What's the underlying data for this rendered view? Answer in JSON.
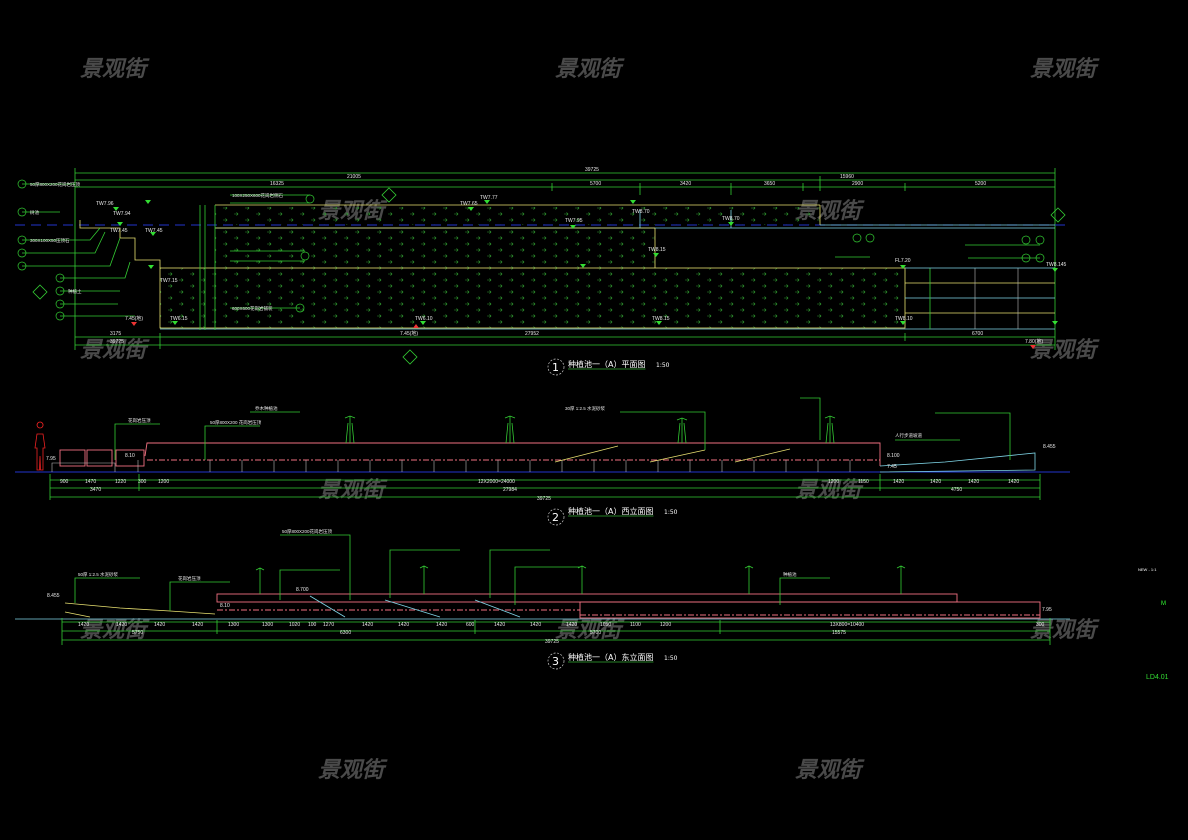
{
  "watermark": "景观街",
  "sheet_number": "LD4.01",
  "side_note": "NEW - 1:1",
  "side_mark": "M",
  "plan": {
    "number": "1",
    "title": "种植池一（A）平面图",
    "scale": "1:50",
    "dims_top": [
      "39725",
      "21005",
      "15960"
    ],
    "dims_seg": [
      "16325",
      "5700",
      "3420",
      "3650",
      "2900",
      "5200"
    ],
    "dims_bottom": [
      "3175",
      "27952",
      "6700",
      "39725"
    ],
    "elevations": [
      "TW7.96",
      "TW7.94",
      "TW7.45",
      "TW7.45",
      "TW7.15",
      "TW6.15",
      "TW6.10",
      "TW7.65",
      "TW7.77",
      "TW7.95",
      "TW8.70",
      "TW8.70",
      "TW8.15",
      "TW8.15",
      "TW8.145",
      "TW8.10",
      "FL7.20"
    ],
    "ground_marks": [
      "7.45(地)",
      "7.45(地)",
      "7.80(地)"
    ],
    "callouts": [
      "50厚800X200花岗岩压顶",
      "树池",
      "300X100X50压顶石",
      "种植土",
      "100X250X600花岗岩侧石",
      "600X600花岗岩铺装"
    ]
  },
  "west": {
    "number": "2",
    "title": "种植池一（A）西立面图",
    "scale": "1:50",
    "dims_row1": [
      "900",
      "1470",
      "1220",
      "300",
      "1200",
      "12X2000=24000",
      "1200",
      "1150",
      "1420",
      "1420",
      "1420",
      "1420"
    ],
    "dims_row2": [
      "3470",
      "27984",
      "4750"
    ],
    "dims_row3": [
      "39725"
    ],
    "elevations": [
      "7.95",
      "8.10",
      "8.100",
      "8.455",
      "7.45"
    ],
    "callouts": [
      "花岗岩压顶",
      "50厚800X200 花岗岩压顶",
      "乔木种植池",
      "30厚 1:2.5 水泥砂浆",
      "人行步道坡道"
    ]
  },
  "east": {
    "number": "3",
    "title": "种植池一（A）东立面图",
    "scale": "1:50",
    "dims_row1": [
      "1420",
      "1420",
      "1420",
      "1420",
      "1300",
      "1300",
      "1020",
      "100",
      "1270",
      "1420",
      "1420",
      "1420",
      "600",
      "1420",
      "1420",
      "1420",
      "1050",
      "1100",
      "1200",
      "13X800=10400",
      "300"
    ],
    "dims_row2": [
      "5750",
      "6300",
      "5700",
      "15575"
    ],
    "dims_row3": [
      "39725"
    ],
    "elevations": [
      "8.455",
      "8.700",
      "8.10",
      "7.95"
    ],
    "callouts": [
      "50厚 1:2.5 水泥砂浆",
      "花岗岩压顶",
      "50厚800X200花岗岩压顶",
      "种植池"
    ]
  }
}
